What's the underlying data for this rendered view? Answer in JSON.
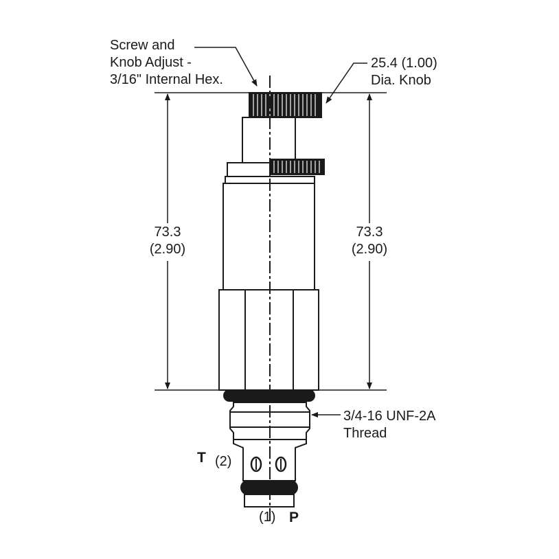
{
  "callouts": {
    "adjust": [
      "Screw and",
      "Knob Adjust -",
      "3/16\" Internal Hex."
    ],
    "knob": [
      "25.4 (1.00)",
      "Dia. Knob"
    ],
    "thread": [
      "3/4-16 UNF-2A",
      "Thread"
    ]
  },
  "dimensions": {
    "left": {
      "mm": "73.3",
      "in": "(2.90)"
    },
    "right": {
      "mm": "73.3",
      "in": "(2.90)"
    }
  },
  "ports": {
    "t_letter": "T",
    "t_number": "(2)",
    "p_number": "(1)",
    "p_letter": "P"
  },
  "colors": {
    "line": "#1a1a1a",
    "fill": "#ffffff"
  }
}
